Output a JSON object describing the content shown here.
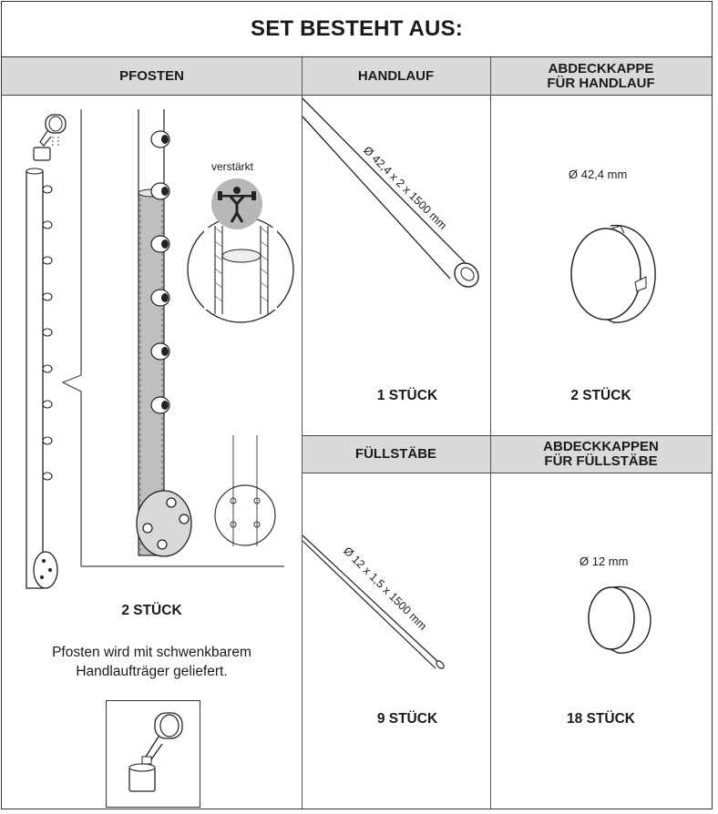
{
  "title": "SET BESTEHT AUS:",
  "sections": {
    "pfosten": {
      "header": "PFOSTEN",
      "badge": "verstärkt",
      "count": "2 STÜCK",
      "note_line1": "Pfosten wird mit schwenkbarem",
      "note_line2": "Handlaufträger geliefert."
    },
    "handlauf": {
      "header": "HANDLAUF",
      "dimension": "Ø 42,4 x 2 x 1500 mm",
      "count": "1 STÜCK"
    },
    "abdeckkappe_handlauf": {
      "header_line1": "ABDECKKAPPE",
      "header_line2": "FÜR HANDLAUF",
      "dimension": "Ø 42,4 mm",
      "count": "2 STÜCK"
    },
    "fuellstaebe": {
      "header": "FÜLLSTÄBE",
      "dimension": "Ø 12 x 1,5  x 1500 mm",
      "count": "9 STÜCK"
    },
    "abdeckkappen_fuellstaebe": {
      "header_line1": "ABDECKKAPPEN",
      "header_line2": "FÜR FÜLLSTÄBE",
      "dimension": "Ø 12 mm",
      "count": "18 STÜCK"
    }
  }
}
